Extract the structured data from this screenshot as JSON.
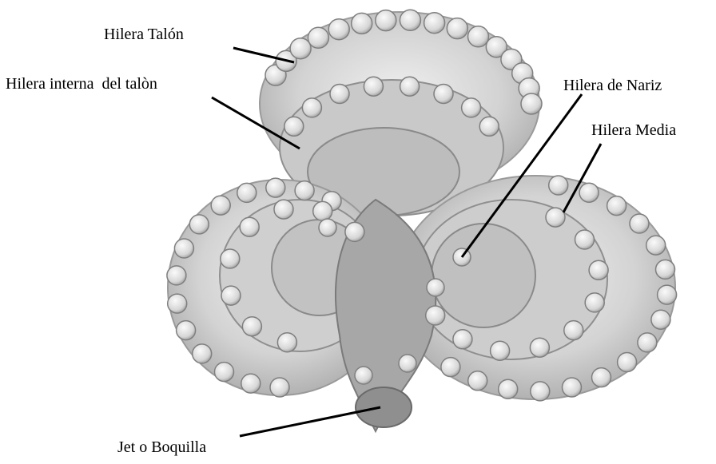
{
  "figure": {
    "subject": "tricone-drill-bit-photo",
    "colors": {
      "metal": "#d9d9d9",
      "metal_shade": "#b8b8b8",
      "dark_shade": "#8a8a8a",
      "insert": "#ececec",
      "leader": "#000000"
    }
  },
  "labels": {
    "talon": "Hilera Talón",
    "interna_talon": "Hilera interna  del talòn",
    "nariz": "Hilera de Nariz",
    "media": "Hilera Media",
    "jet": "Jet o Boquilla"
  }
}
